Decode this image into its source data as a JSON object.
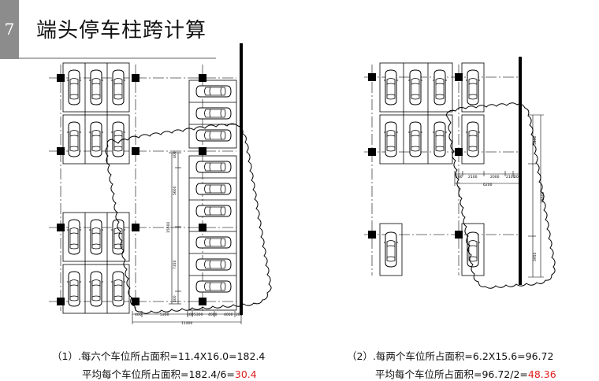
{
  "page": {
    "slide_number": "7",
    "title": "端头停车柱跨计算"
  },
  "diagram1": {
    "dims_bottom": [
      "400",
      "5300",
      "100",
      "5300",
      "4000",
      "4000",
      "200"
    ],
    "dim_total_bottom": "11400",
    "dims_left": [
      "5600",
      "15600",
      "7350",
      "400",
      "400"
    ],
    "caption_line1": "（1）.每六个车位所占面积=11.4X16.0=182.4",
    "caption_line2_prefix": "平均每个车位所占面积=182.4/6=",
    "caption_line2_value": "30.4"
  },
  "diagram2": {
    "dims_top": [
      "200",
      "2100",
      "2000",
      "2100",
      "200"
    ],
    "dim_total_top": "6200",
    "dims_right": [
      "5450",
      "15600",
      "3950"
    ],
    "caption_line1": "（2）.每两个车位所占面积=6.2X15.6=96.72",
    "caption_line2_prefix": "平均每个车位所占面积=96.72/2=",
    "caption_line2_value": "48.36"
  },
  "colors": {
    "highlight": "#e02020",
    "line": "#000000"
  }
}
